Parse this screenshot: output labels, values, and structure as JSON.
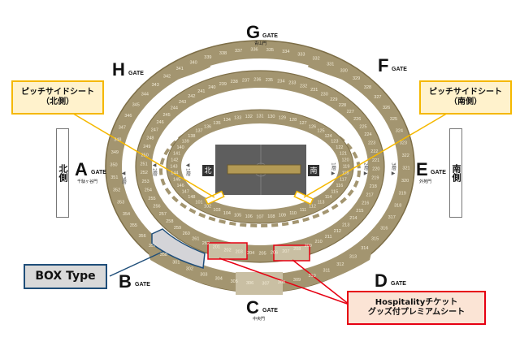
{
  "gates": [
    {
      "letter": "G",
      "word": "GATE",
      "sub": "青山門"
    },
    {
      "letter": "H",
      "word": "GATE",
      "sub": ""
    },
    {
      "letter": "F",
      "word": "GATE",
      "sub": ""
    },
    {
      "letter": "A",
      "word": "GATE",
      "sub": "千駄ヶ谷門"
    },
    {
      "letter": "E",
      "word": "GATE",
      "sub": "外苑門"
    },
    {
      "letter": "B",
      "word": "GATE",
      "sub": ""
    },
    {
      "letter": "D",
      "word": "GATE",
      "sub": ""
    },
    {
      "letter": "C",
      "word": "GATE",
      "sub": "中央門"
    }
  ],
  "side_labels": {
    "north": "北側",
    "south": "南側"
  },
  "pitch_labels": {
    "north": "北",
    "south": "南"
  },
  "tiers": {
    "tier3": "◀3層",
    "tier2": "◀2層",
    "tier1": "◀1層",
    "tier3r": "3層▶",
    "tier2r": "2層▶",
    "tier1r": "1層▶"
  },
  "callouts": {
    "pitch_north": {
      "line1": "ピッチサイドシート",
      "line2": "（北側）"
    },
    "pitch_south": {
      "line1": "ピッチサイドシート",
      "line2": "（南側）"
    },
    "box_type": "BOX Type",
    "hospitality": {
      "line1": "Hospitalityチケット",
      "line2": "グッズ付プレミアムシート"
    }
  },
  "sections": {
    "tier3": [
      "301",
      "302",
      "303",
      "304",
      "305",
      "306",
      "307",
      "308",
      "309",
      "310",
      "311",
      "312",
      "313",
      "314",
      "315",
      "316",
      "317",
      "318",
      "319",
      "320",
      "321",
      "322",
      "323",
      "324",
      "325",
      "326",
      "327",
      "328",
      "329",
      "330",
      "331",
      "332",
      "333",
      "334",
      "335",
      "336",
      "337",
      "338",
      "339",
      "340",
      "341",
      "342",
      "343",
      "344",
      "345",
      "346",
      "347",
      "348",
      "349",
      "350",
      "351",
      "352",
      "353",
      "354",
      "355",
      "356",
      "357",
      "358"
    ],
    "tier2": [
      "201",
      "202",
      "203",
      "204",
      "205",
      "206",
      "207",
      "208",
      "209",
      "210",
      "211",
      "212",
      "213",
      "214",
      "215",
      "216",
      "217",
      "218",
      "219",
      "220",
      "221",
      "222",
      "223",
      "224",
      "225",
      "226",
      "227",
      "228",
      "229",
      "230",
      "231",
      "232",
      "233",
      "234",
      "235",
      "236",
      "237",
      "238",
      "239",
      "240",
      "241",
      "242",
      "243",
      "244",
      "245",
      "246",
      "247",
      "248",
      "249",
      "250",
      "251",
      "252",
      "253",
      "254",
      "255",
      "256",
      "257",
      "258",
      "259",
      "260",
      "261",
      "262"
    ],
    "tier1": [
      "101",
      "102",
      "103",
      "104",
      "105",
      "106",
      "107",
      "108",
      "109",
      "110",
      "111",
      "112",
      "113",
      "114",
      "115",
      "116",
      "117",
      "118",
      "119",
      "120",
      "121",
      "122",
      "123",
      "124",
      "125",
      "126",
      "127",
      "128",
      "129",
      "130",
      "131",
      "132",
      "133",
      "134",
      "135",
      "136",
      "137",
      "138",
      "139",
      "140",
      "141",
      "142",
      "143",
      "144",
      "145",
      "146",
      "147",
      "148"
    ]
  },
  "colors": {
    "ring": "#a39570",
    "ring_light": "#c9bfa3",
    "ring_edge": "#7d6e47",
    "pitch": "#5e5e5e",
    "callout_yellow": "#f5b800",
    "callout_red": "#e60012",
    "box_blue": "#1f4e79"
  }
}
